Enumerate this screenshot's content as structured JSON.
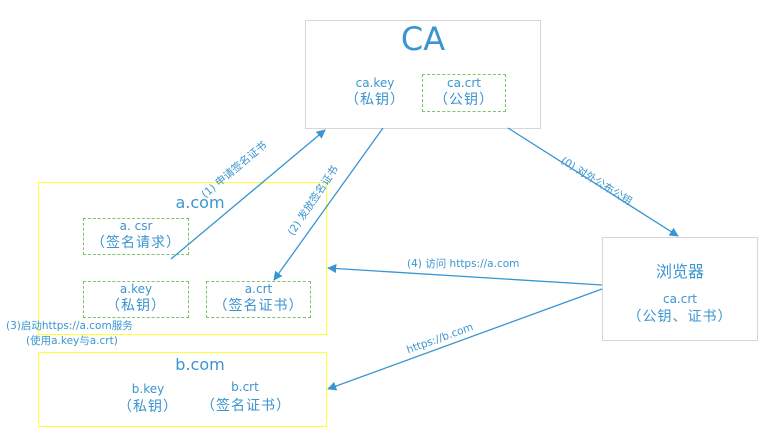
{
  "colors": {
    "text": "#3a95d0",
    "arrow": "#3a95d0",
    "gray_border": "#d6d6d6",
    "yellow_border": "#ffff33",
    "dashed_green": "#7cc36a"
  },
  "ca": {
    "title": "CA",
    "key": {
      "name": "ca.key",
      "desc": "（私钥）"
    },
    "crt": {
      "name": "ca.crt",
      "desc": "（公钥）"
    }
  },
  "a_com": {
    "title": "a.com",
    "csr": {
      "name": "a. csr",
      "desc": "（签名请求）"
    },
    "key": {
      "name": "a.key",
      "desc": "（私钥）"
    },
    "crt": {
      "name": "a.crt",
      "desc": "（签名证书）"
    }
  },
  "b_com": {
    "title": "b.com",
    "key": {
      "name": "b.key",
      "desc": "（私钥）"
    },
    "crt": {
      "name": "b.crt",
      "desc": "（签名证书）"
    }
  },
  "browser": {
    "title": "浏览器",
    "crt": {
      "name": "ca.crt",
      "desc": "（公钥、证书）"
    }
  },
  "edges": {
    "step0": "(0) 对外公布公钥",
    "step1": "(1) 申请签名证书",
    "step2": "(2) 发放签名证书",
    "step3_line1": "(3)启动https://a.com服务",
    "step3_line2": "(使用a.key与a.crt)",
    "step4": "(4) 访问 https://a.com",
    "b_access": "https://b.com"
  }
}
